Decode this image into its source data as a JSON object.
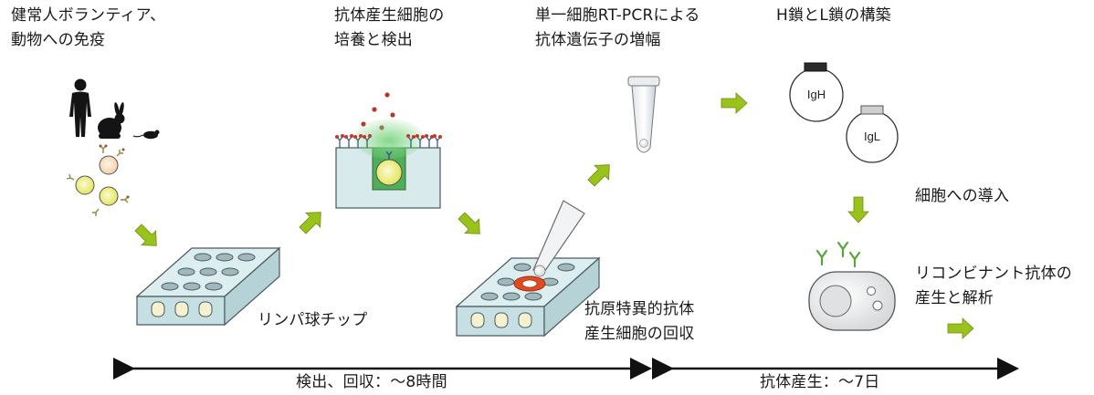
{
  "labels": {
    "source": [
      "健常人ボランティア、",
      "動物への免疫"
    ],
    "culture": [
      "抗体産生細胞の",
      "培養と検出"
    ],
    "rtpcr": [
      "単一細胞RT-PCRによる",
      "抗体遺伝子の増幅"
    ],
    "construct": "H鎖とL鎖の構築",
    "chip": "リンパ球チップ",
    "collect": [
      "抗原特異的抗体",
      "産生細胞の回収"
    ],
    "introduce": "細胞への導入",
    "recombinant": [
      "リコンビナント抗体の",
      "産生と解析"
    ],
    "igh": "IgH",
    "igl": "IgL"
  },
  "timeline": {
    "phase1": "検出、回収：〜8時間",
    "phase2": "抗体産生：〜7日"
  },
  "colors": {
    "arrow_green": "#99c21a",
    "chip_fill": "#ddeef0",
    "well_green": "#4fae5a",
    "antibody_blue": "#3c5b8c",
    "antigen_red": "#c0392b",
    "collect_ring": "#e24a1f"
  }
}
